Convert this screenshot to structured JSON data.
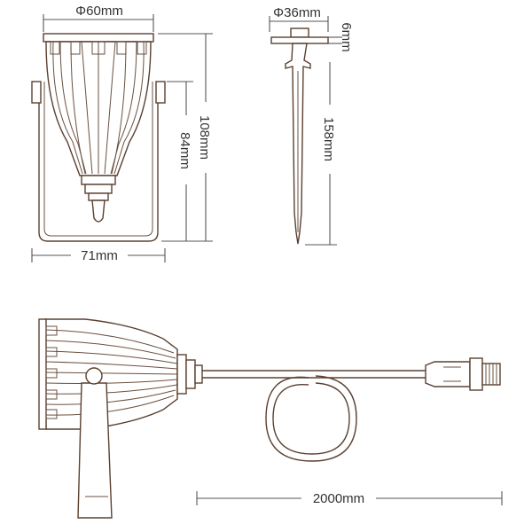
{
  "dimensions": {
    "head_diameter": "Φ60mm",
    "spike_plate_diameter": "Φ36mm",
    "plate_thickness": "6mm",
    "overall_height": "108mm",
    "bracket_height": "84mm",
    "spike_height": "158mm",
    "bracket_width": "71mm",
    "cable_length": "2000mm"
  },
  "colors": {
    "line": "#5a4030",
    "dimension": "#555555",
    "text": "#333333"
  }
}
